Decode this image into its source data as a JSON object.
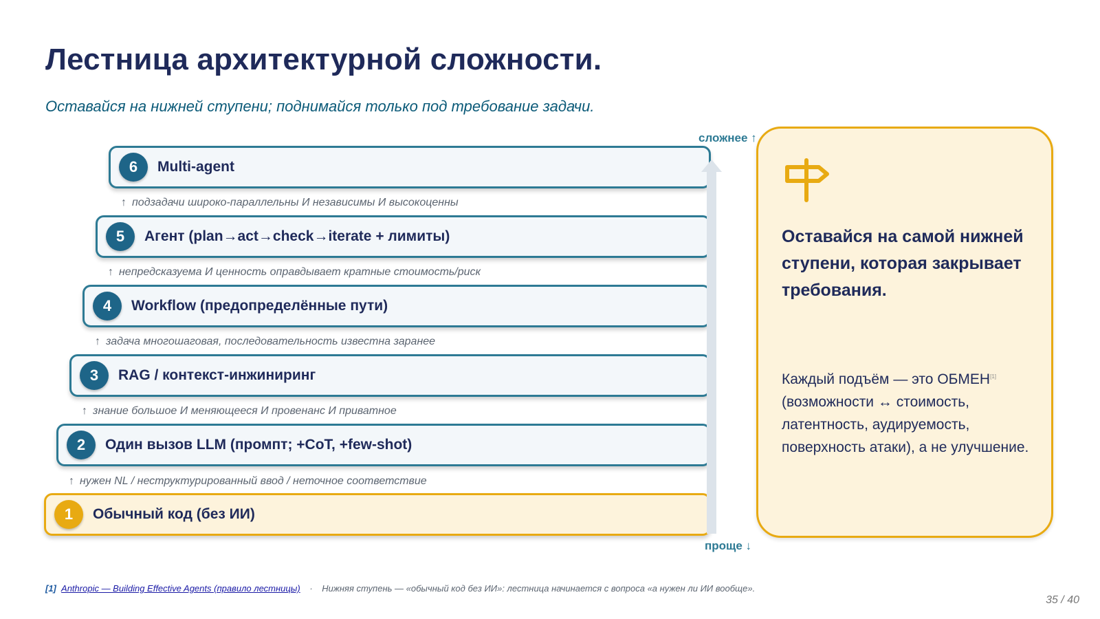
{
  "slide": {
    "title": "Лестница архитектурной сложности.",
    "subtitle": "Оставайся на нижней ступени; поднимайся только под требование задачи."
  },
  "ladder": {
    "steps": [
      {
        "number": "6",
        "label": "Multi-agent"
      },
      {
        "number": "5",
        "label": "Агент (plan→act→check→iterate + лимиты)"
      },
      {
        "number": "4",
        "label": "Workflow (предопределённые пути)"
      },
      {
        "number": "3",
        "label": "RAG / контекст-инжиниринг"
      },
      {
        "number": "2",
        "label": "Один вызов LLM (промпт; +CoT, +few-shot)"
      },
      {
        "number": "1",
        "label": "Обычный код (без ИИ)"
      }
    ],
    "conditions": [
      {
        "arrow": "↑",
        "text": "подзадачи широко-параллельны И независимы И высокоценны"
      },
      {
        "arrow": "↑",
        "text": "непредсказуема И ценность оправдывает кратные стоимость/риск"
      },
      {
        "arrow": "↑",
        "text": "задача многошаговая, последовательность известна заранее"
      },
      {
        "arrow": "↑",
        "text": "знание большое И меняющееся И провенанс И приватное"
      },
      {
        "arrow": "↑",
        "text": "нужен NL / неструктурированный ввод / неточное соответствие"
      }
    ],
    "axis_top_label": "сложнее ↑",
    "axis_bottom_label": "проще ↓"
  },
  "callout": {
    "icon": "signpost-icon",
    "heading": "Оставайся на самой нижней ступени, которая закрывает требования.",
    "body": "Каждый подъём — это ОБМЕН",
    "body_ref": "[1]",
    "body_rest": "(возможности ↔ стоимость, латентность, аудируемость, поверхность атаки), а не улучшение."
  },
  "footnote": {
    "number": "[1]",
    "link_text": "Anthropic — Building Effective Agents (правило лестницы)",
    "separator": "·",
    "text": "Нижняя ступень — «обычный код без ИИ»: лестница начинается с вопроса «а нужен ли ИИ вообще»."
  },
  "page": {
    "counter": "35 / 40"
  },
  "colors": {
    "accent_teal": "#2d7a94",
    "badge_blue": "#1e6588",
    "accent_gold": "#e8aa12",
    "card_bg": "#fdf3dc",
    "navy": "#1f2a5a"
  }
}
